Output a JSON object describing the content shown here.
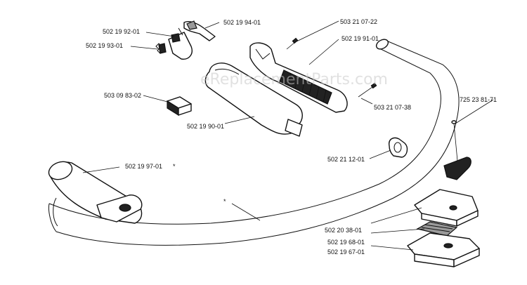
{
  "watermark": "eReplacementParts.com",
  "part_labels": {
    "p1": "502 19 94-01",
    "p2": "502 19 92-01",
    "p3": "502 19 93-01",
    "p4": "503 21 07-22",
    "p5": "502 19 91-01",
    "p6": "503 09 83-02",
    "p7": "503 21 07-38",
    "p8": "725 23 81-71",
    "p9": "502 19 90-01",
    "p10": "502 21 12-01",
    "p11": "502 19 97-01",
    "p12": "502 20 38-01",
    "p13": "502 19 68-01",
    "p14": "502 19 67-01"
  },
  "markers": {
    "asterisk": "*"
  }
}
